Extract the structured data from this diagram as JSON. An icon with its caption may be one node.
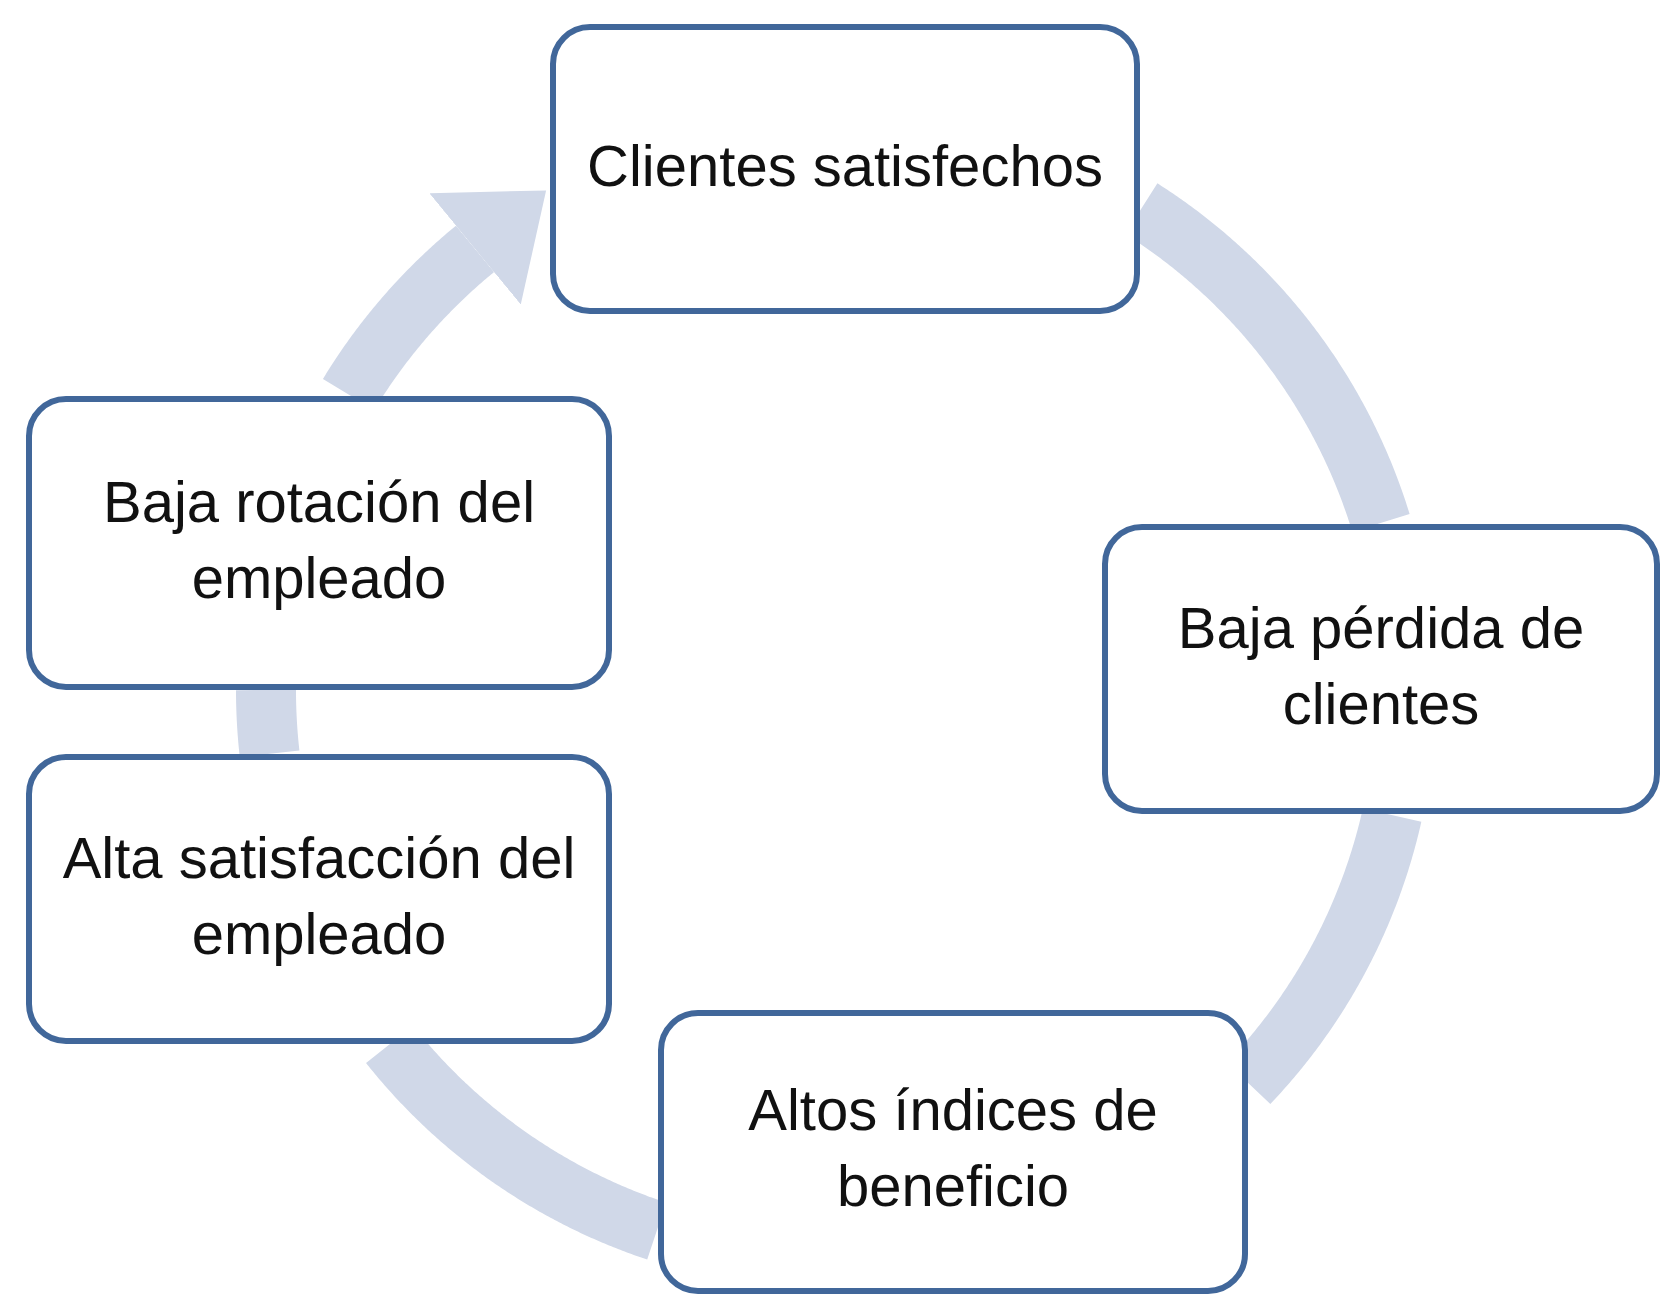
{
  "diagram": {
    "nodes": [
      {
        "text": [
          "Clientes satisfechos"
        ]
      },
      {
        "text": [
          "Baja pérdida de clientes"
        ]
      },
      {
        "text": [
          "Altos índices de beneficio"
        ]
      },
      {
        "text": [
          "Alta satisfacción del empleado"
        ]
      },
      {
        "text": [
          "Baja rotación del empleado"
        ]
      }
    ],
    "edges": [
      {
        "from": 0,
        "to": 1,
        "arrow": "none"
      },
      {
        "from": 1,
        "to": 2,
        "arrow": "none"
      },
      {
        "from": 2,
        "to": 3,
        "arrow": "none"
      },
      {
        "from": 3,
        "to": 4,
        "arrow": "none"
      },
      {
        "from": 4,
        "to": 0,
        "arrow": "to"
      }
    ]
  }
}
